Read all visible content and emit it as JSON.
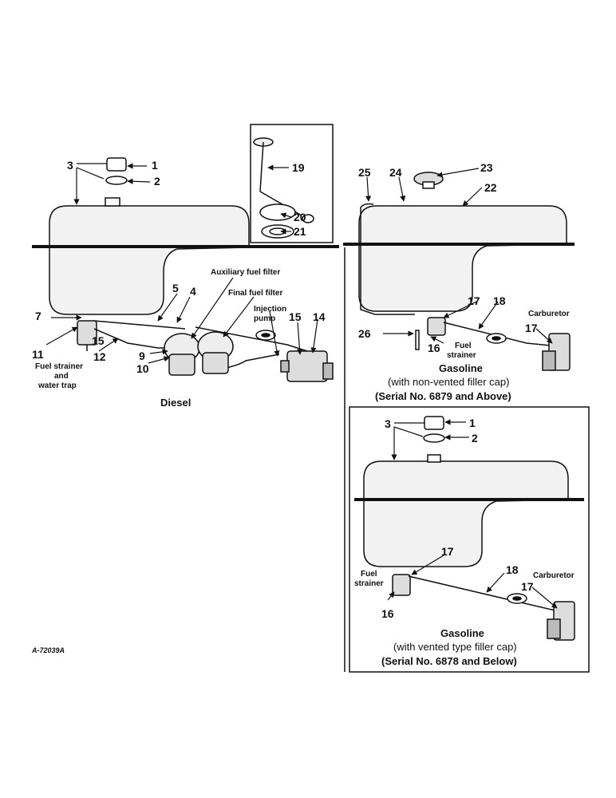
{
  "drawing_ref": "A-72039A",
  "numbers": {
    "n1": "1",
    "n2": "2",
    "n3": "3",
    "n4": "4",
    "n5": "5",
    "n7": "7",
    "n9": "9",
    "n10": "10",
    "n11": "11",
    "n12": "12",
    "n14": "14",
    "n15": "15",
    "n16": "16",
    "n17": "17",
    "n18": "18",
    "n19": "19",
    "n20": "20",
    "n21": "21",
    "n22": "22",
    "n23": "23",
    "n24": "24",
    "n25": "25",
    "n26": "26"
  },
  "labels": {
    "auxiliary_filter": "Auxiliary fuel filter",
    "final_filter": "Final fuel filter",
    "injection_1": "Injection",
    "injection_2": "pump",
    "fuel_strainer_1": "Fuel strainer",
    "fuel_strainer_2": "and",
    "fuel_strainer_3": "water trap",
    "fuel": "Fuel",
    "strainer": "strainer",
    "carburetor": "Carburetor"
  },
  "captions": {
    "diesel": "Diesel",
    "gas_upper_1": "Gasoline",
    "gas_upper_2": "(with non-vented filler cap)",
    "gas_upper_3": "(Serial No. 6879 and Above)",
    "gas_lower_1": "Gasoline",
    "gas_lower_2": "(with vented type filler cap)",
    "gas_lower_3": "(Serial No. 6878 and Below)"
  }
}
